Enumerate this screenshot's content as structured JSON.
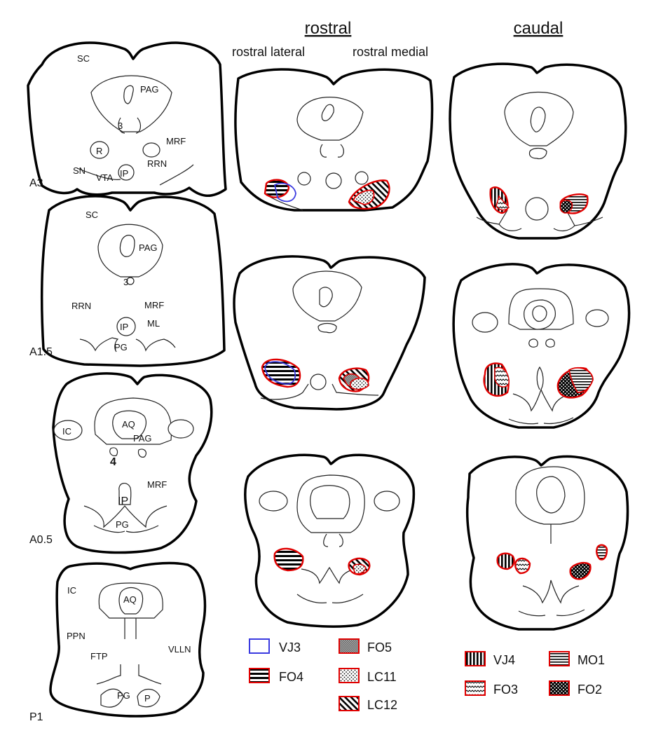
{
  "headers": {
    "rostral": "rostral",
    "caudal": "caudal",
    "rostral_lateral": "rostral lateral",
    "rostral_medial": "rostral medial"
  },
  "levels": [
    "A3",
    "A1.5",
    "A0.5",
    "P1"
  ],
  "labels": {
    "a3": {
      "sc": "SC",
      "pag": "PAG",
      "n3": "3",
      "mrf": "MRF",
      "r": "R",
      "rrn": "RRN",
      "sn": "SN",
      "vta": "VTA",
      "ip": "IP"
    },
    "a15": {
      "sc": "SC",
      "pag": "PAG",
      "n3": "3",
      "rrn": "RRN",
      "mrf": "MRF",
      "ip": "IP",
      "ml": "ML",
      "pg": "PG"
    },
    "a05": {
      "ic": "IC",
      "aq": "AQ",
      "pag": "PAG",
      "n4": "4",
      "mrf": "MRF",
      "ip": "IP",
      "pg": "PG"
    },
    "p1": {
      "ic": "IC",
      "aq": "AQ",
      "ppn": "PPN",
      "ftp": "FTP",
      "vlln": "VLLN",
      "pg": "PG",
      "p": "P"
    }
  },
  "legend": {
    "rostral": [
      "VJ3",
      "FO4",
      "FO5",
      "LC11",
      "LC12"
    ],
    "caudal": [
      "VJ4",
      "FO3",
      "MO1",
      "FO2"
    ]
  },
  "colors": {
    "outline": "#000000",
    "blue_outline": "#3a3ae0",
    "red_border": "#e00000"
  }
}
